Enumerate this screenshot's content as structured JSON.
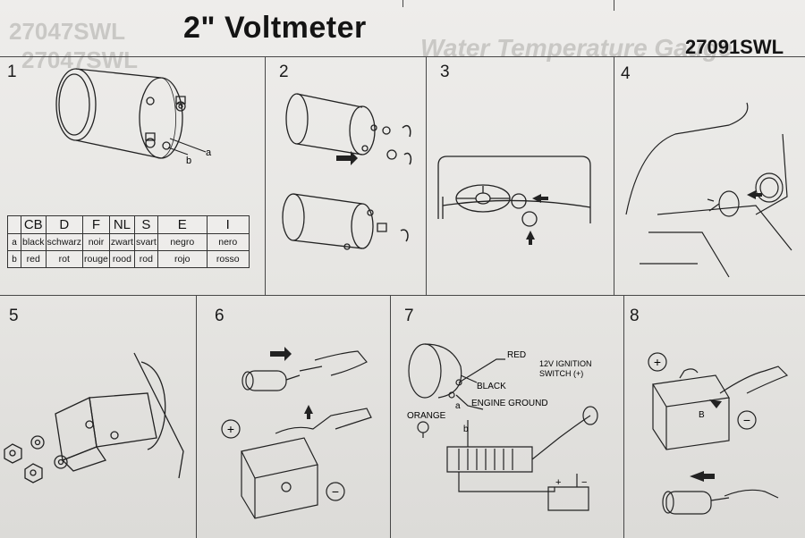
{
  "document": {
    "title": "2\" Voltmeter",
    "product_code": "27091SWL",
    "bleed_through": {
      "code_a": "27047SWL",
      "code_b": "27047SWL",
      "heading": "Water Temperature Gauge"
    }
  },
  "steps": [
    "1",
    "2",
    "3",
    "4",
    "5",
    "6",
    "7",
    "8"
  ],
  "step1": {
    "label_a": "a",
    "label_b": "b"
  },
  "color_table": {
    "headers": [
      "CB",
      "D",
      "F",
      "NL",
      "S",
      "E",
      "I"
    ],
    "rows": [
      {
        "key": "a",
        "cells": [
          "black",
          "schwarz",
          "noir",
          "zwart",
          "svart",
          "negro",
          "nero"
        ]
      },
      {
        "key": "b",
        "cells": [
          "red",
          "rot",
          "rouge",
          "rood",
          "rod",
          "rojo",
          "rosso"
        ]
      }
    ]
  },
  "step7": {
    "red": "RED",
    "ignition_line1": "12V IGNITION",
    "ignition_line2": "SWITCH (+)",
    "black": "BLACK",
    "engine_ground": "ENGINE GROUND",
    "orange": "ORANGE",
    "label_a": "a",
    "label_b": "b",
    "plus": "+",
    "minus": "−"
  },
  "step8": {
    "label_b": "B"
  },
  "icons": {
    "plus_circle": "+",
    "minus_circle": "−"
  }
}
